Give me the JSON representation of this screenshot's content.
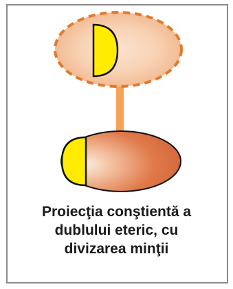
{
  "caption": {
    "lines": [
      "Proiecţia conştientă a",
      "dublului eteric, cu",
      "divizarea minţii"
    ]
  },
  "colors": {
    "etheric_fill_light": "#fdebdc",
    "etheric_fill_mid": "#f3bd95",
    "etheric_outline": "#e27a2c",
    "physical_fill_dark": "#da6a3c",
    "physical_fill_light": "#f7e2d3",
    "cord": "#f6a35a",
    "mind_fill": "#ffec00",
    "stroke": "#111111",
    "frame_border": "#8a8a8a"
  }
}
